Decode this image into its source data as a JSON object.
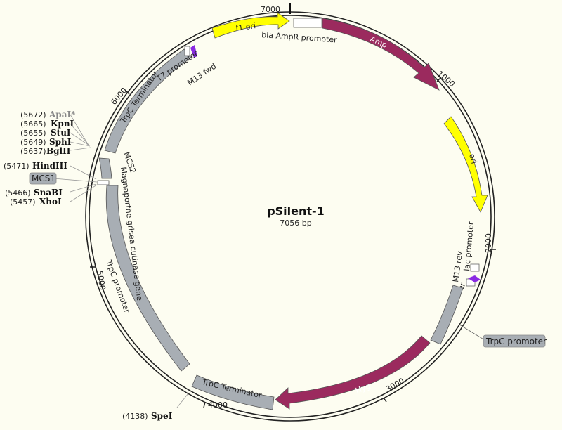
{
  "title": "pSilent-1",
  "length": "7056 bp",
  "colors": {
    "backbone": "#222222",
    "yellow": "#ffff00",
    "purple": "#9b2a5e",
    "gray": "#a8aeb4",
    "violet": "#8a2be2"
  },
  "ticks": [
    "1000",
    "2000",
    "3000",
    "4000",
    "5000",
    "6000",
    "7000"
  ],
  "features": {
    "f1_ori": "f1 ori",
    "bla_promoter": "bla AmpR promoter",
    "amp": "Amp",
    "ori": "ori",
    "m13_rev": "M13 rev",
    "lac_promoter": "lac promoter",
    "t3_promoter": "T3 promoter",
    "trpc_promoter_box": "TrpC promoter",
    "hyg": "Hyg",
    "trpc_terminator_bottom": "TrpC Terminator",
    "trpc_promoter_left": "TrpC promoter",
    "cutinase": "Magnaporthe grisea cutinase gene",
    "mcs2": "MCS2",
    "mcs1": "MCS1",
    "trpc_terminator_left": "TrpC Terminator",
    "t7_promoter": "T7 promoter",
    "m13_fwd": "M13 fwd"
  },
  "sites": [
    {
      "pos": "(5672)",
      "name": "ApaI*",
      "gray": true
    },
    {
      "pos": "(5665)",
      "name": "KpnI",
      "gray": false
    },
    {
      "pos": "(5655)",
      "name": "StuI",
      "gray": false
    },
    {
      "pos": "(5649)",
      "name": "SphI",
      "gray": false
    },
    {
      "pos": "(5637)",
      "name": "BglII",
      "gray": false
    },
    {
      "pos": "(5471)",
      "name": "HindIII",
      "gray": false
    },
    {
      "pos": "(5466)",
      "name": "SnaBI",
      "gray": false
    },
    {
      "pos": "(5457)",
      "name": "XhoI",
      "gray": false
    },
    {
      "pos": "(4138)",
      "name": "SpeI",
      "gray": false
    }
  ]
}
